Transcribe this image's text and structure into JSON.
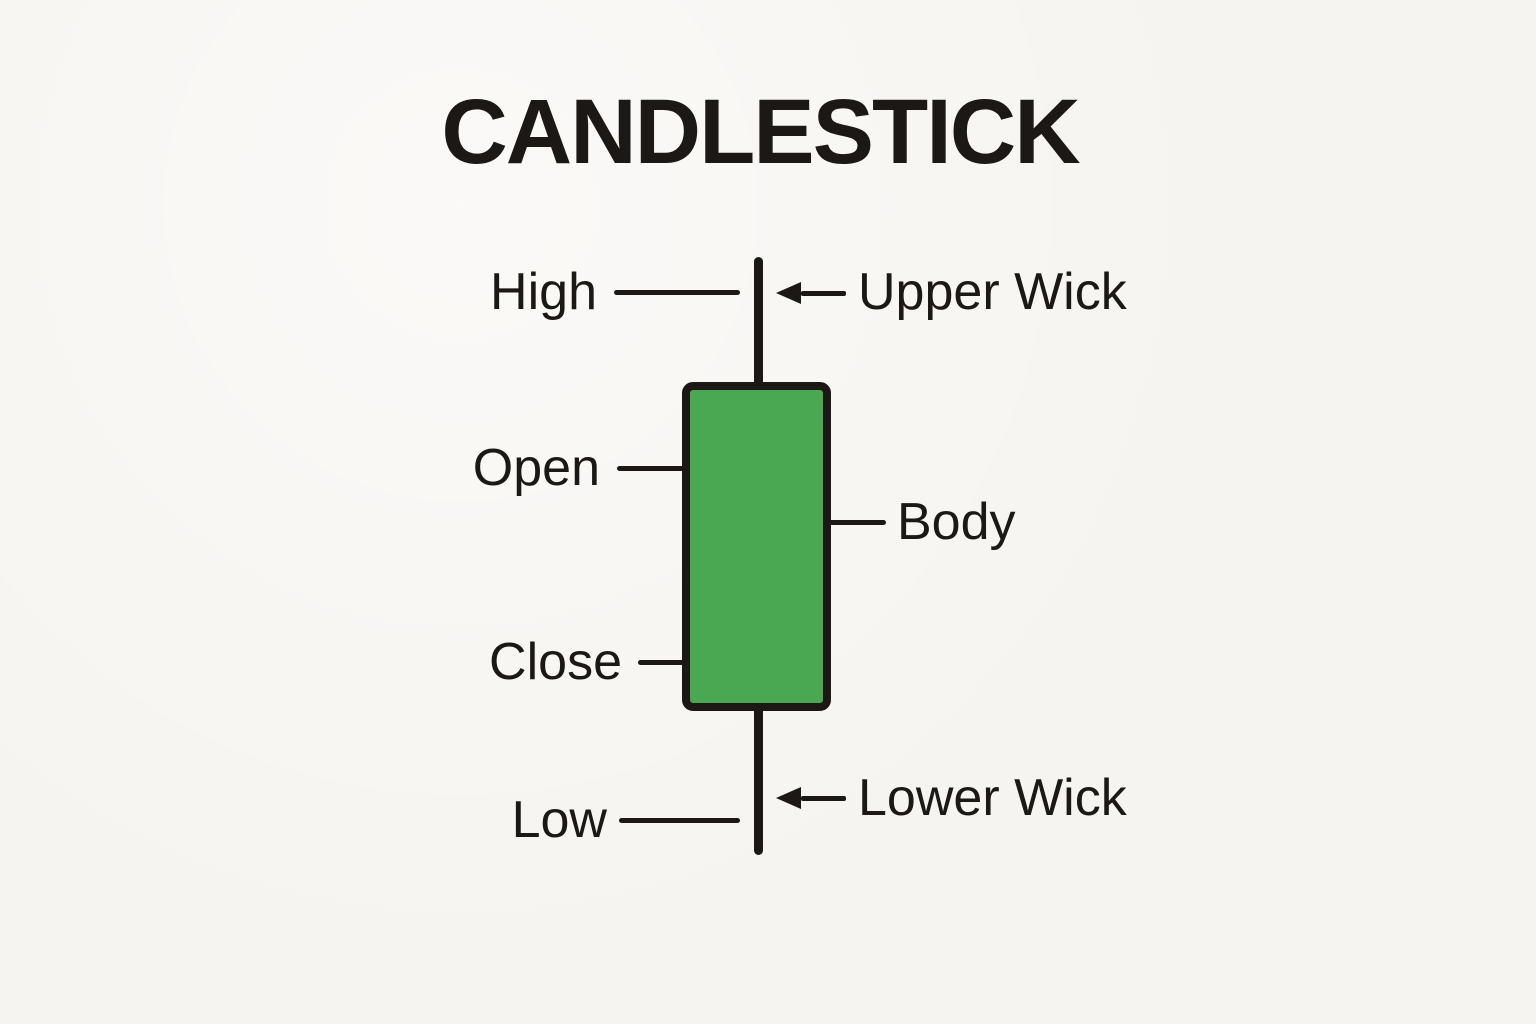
{
  "diagram": {
    "title": "CANDLESTICK",
    "type": "candlestick-anatomy",
    "candle": {
      "direction": "bullish",
      "body_color": "#4aa852",
      "outline_color": "#1b1815",
      "background_color": "#f6f4f0"
    },
    "price_labels": {
      "high": "High",
      "open": "Open",
      "close": "Close",
      "low": "Low"
    },
    "part_labels": {
      "upper_wick": "Upper Wick",
      "body": "Body",
      "lower_wick": "Lower Wick"
    },
    "icons": {
      "upper_wick_pointer": "arrow-left-icon",
      "lower_wick_pointer": "arrow-left-icon"
    }
  }
}
